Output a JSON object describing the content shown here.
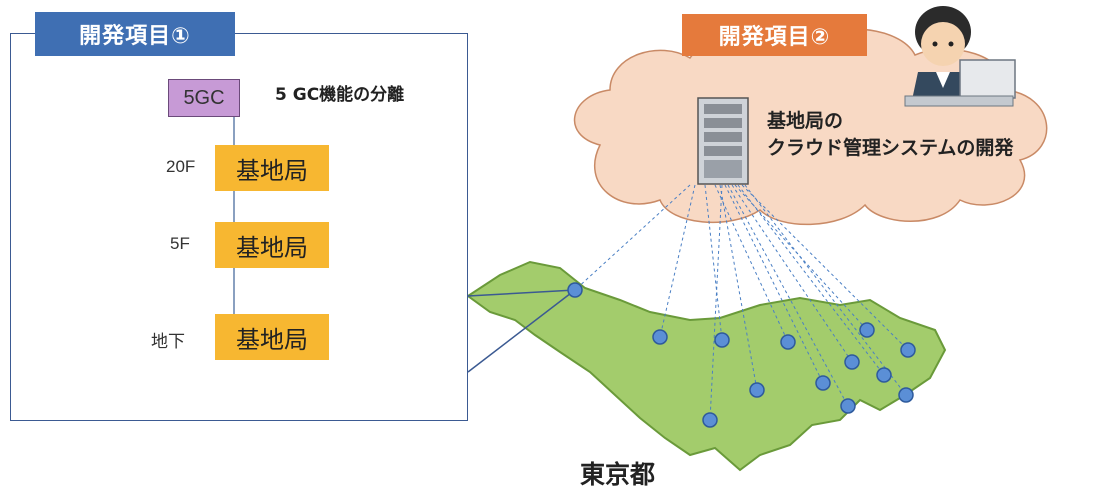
{
  "item1": {
    "tag": "開発項目①"
  },
  "item2": {
    "tag": "開発項目②"
  },
  "core": {
    "box_label": "5GC",
    "caption": "5 GC機能の分離"
  },
  "floors": [
    {
      "floor": "20F",
      "station": "基地局"
    },
    {
      "floor": "5F",
      "station": "基地局"
    },
    {
      "floor": "地下",
      "station": "基地局"
    }
  ],
  "cloud": {
    "line1": "基地局の",
    "line2": "クラウド管理システムの開発"
  },
  "map": {
    "label": "東京都"
  },
  "colors": {
    "blue_tag": "#3f6fb3",
    "orange_tag": "#e57a3c",
    "cloud_fill": "#f8d9c4",
    "map_fill": "#a3cc6c",
    "station_fill": "#f7b731",
    "core_fill": "#c79ad6"
  },
  "icons": [
    "office-building",
    "robot-red",
    "robot-orange",
    "robot-green",
    "signal-bolt",
    "server-rack",
    "operator-person",
    "laptop",
    "location-dot"
  ]
}
